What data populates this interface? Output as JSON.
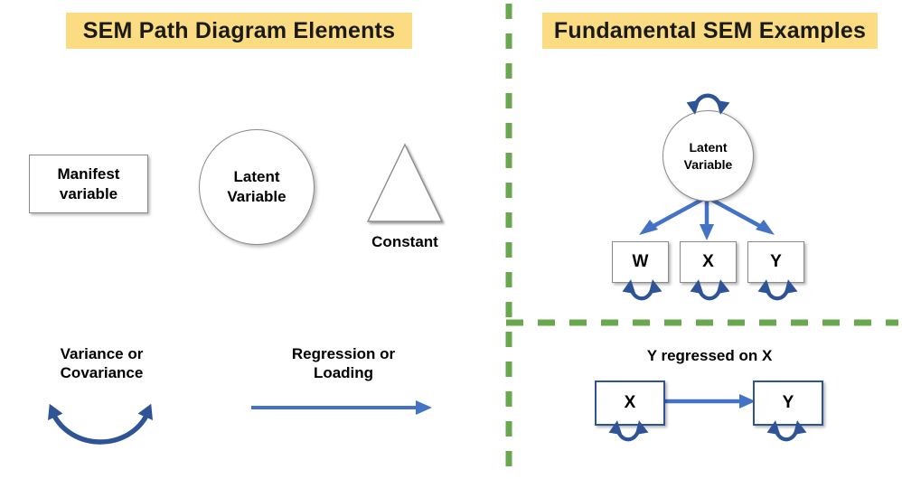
{
  "colors": {
    "title_banner_bg": "#FBDC83",
    "divider_green": "#6AA84F",
    "arrow_blue": "#4472C4",
    "curve_blue": "#2E5496",
    "shape_outline": "#8A8A8A",
    "text": "#000000",
    "canvas": "#FFFFFF"
  },
  "left_panel": {
    "title": "SEM Path Diagram Elements",
    "manifest": {
      "line1": "Manifest",
      "line2": "variable"
    },
    "latent": {
      "line1": "Latent",
      "line2": "Variable"
    },
    "constant": {
      "label": "Constant"
    },
    "variance": {
      "label": "Variance or\nCovariance"
    },
    "regression": {
      "label": "Regression or\nLoading"
    }
  },
  "right_panel": {
    "title": "Fundamental SEM Examples",
    "factor_model": {
      "latent": {
        "line1": "Latent",
        "line2": "Variable"
      },
      "indicators": [
        "W",
        "X",
        "Y"
      ]
    },
    "regression_example": {
      "caption": "Y regressed on X",
      "predictor": "X",
      "outcome": "Y"
    }
  },
  "icons": {
    "rectangle": "manifest-variable-rectangle",
    "ellipse": "latent-variable-ellipse",
    "triangle": "constant-triangle",
    "double_headed_arc": "covariance-double-arrow",
    "single_arrow": "regression-single-arrow",
    "self_loop": "variance-self-loop"
  }
}
